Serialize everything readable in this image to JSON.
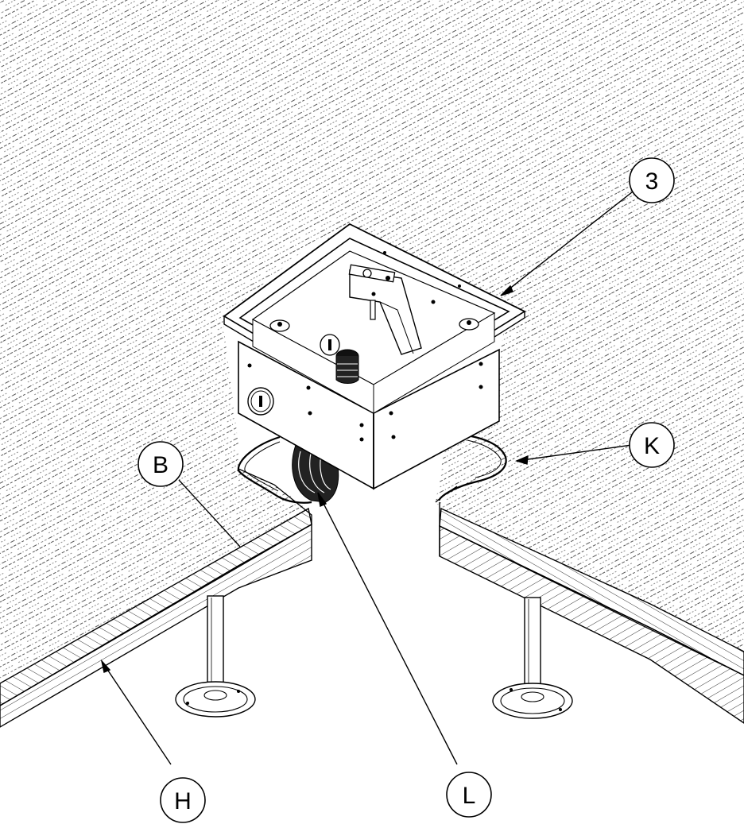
{
  "callouts": {
    "three": {
      "label": "3"
    },
    "b": {
      "label": "B"
    },
    "k": {
      "label": "K"
    },
    "h": {
      "label": "H"
    },
    "l": {
      "label": "L"
    }
  },
  "colors": {
    "ink": "#000000",
    "paper": "#ffffff",
    "hatch": "#444444"
  }
}
